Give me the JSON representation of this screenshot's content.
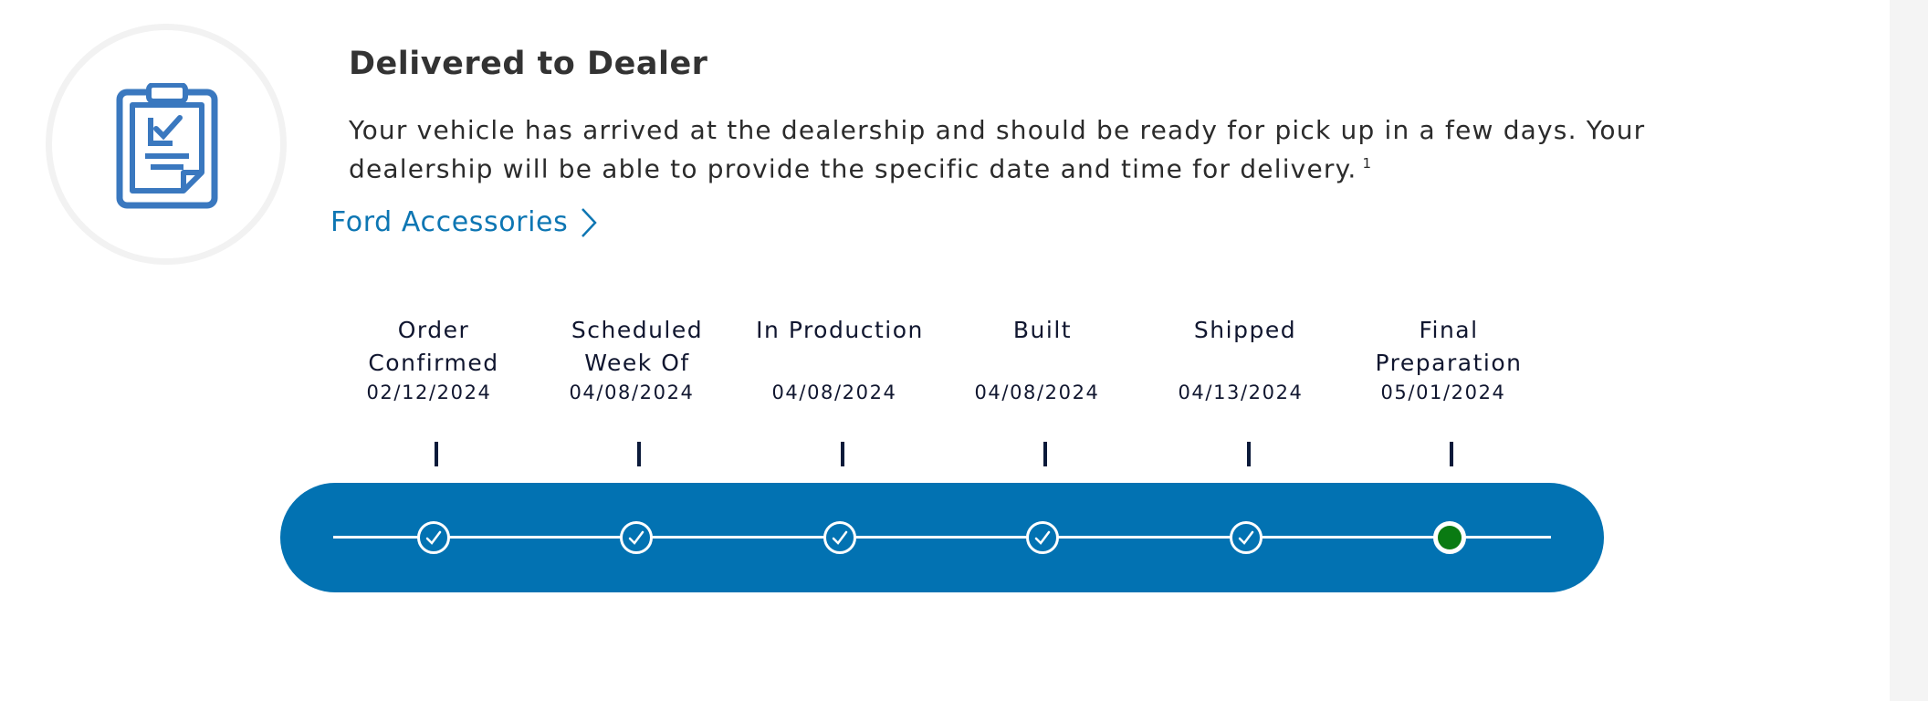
{
  "status": {
    "title": "Delivered to Dealer",
    "description": "Your vehicle has arrived at the dealership and should be ready for pick up in a few days. Your dealership will be able to provide the specific date and time for delivery.",
    "footnote": "1",
    "icon": "clipboard-check-icon"
  },
  "link": {
    "label": "Ford Accessories",
    "icon": "chevron-right-icon"
  },
  "timeline": {
    "steps": [
      {
        "name": "Order Confirmed",
        "date": "02/12/2024",
        "state": "complete"
      },
      {
        "name": "Scheduled Week Of",
        "date": "04/08/2024",
        "state": "complete"
      },
      {
        "name": "In Production",
        "date": "04/08/2024",
        "state": "complete"
      },
      {
        "name": "Built",
        "date": "04/08/2024",
        "state": "complete"
      },
      {
        "name": "Shipped",
        "date": "04/13/2024",
        "state": "complete"
      },
      {
        "name": "Final Preparation",
        "date": "05/01/2024",
        "state": "current"
      }
    ]
  },
  "colors": {
    "accent": "#0272b2",
    "link": "#0d76b3",
    "current_dot": "#0a7a12",
    "icon": "#3a78bf"
  }
}
